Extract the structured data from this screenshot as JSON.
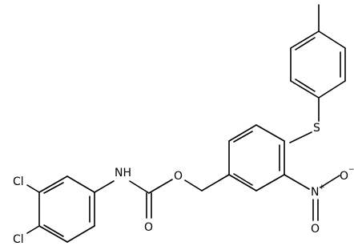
{
  "structure": {
    "type": "chemical-structure",
    "atom_labels": {
      "sulfur": "S",
      "carbamate_nh": "NH",
      "ester_oxygen": "O",
      "carbonyl_oxygen": "O",
      "nitro_nitrogen": "N",
      "nitro_oxygen_right": "O",
      "nitro_oxygen_bottom": "O",
      "chlorine_3": "Cl",
      "chlorine_4": "Cl"
    },
    "charges": {
      "nitro_nitrogen": "+",
      "nitro_oxygen_right": "−"
    }
  }
}
